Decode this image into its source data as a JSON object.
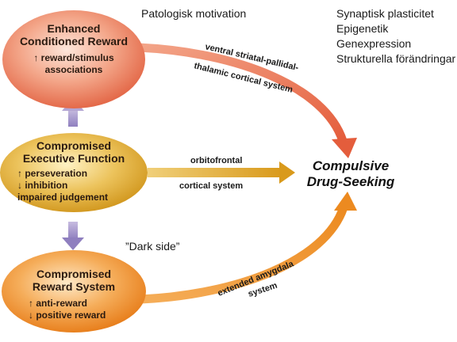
{
  "nodes": {
    "top": {
      "title_lines": [
        "Enhanced",
        "Conditioned Reward"
      ],
      "lines": [
        "↑ reward/stimulus",
        "associations"
      ]
    },
    "middle": {
      "title_lines": [
        "Compromised",
        "Executive Function"
      ],
      "lines": [
        "↑ perseveration",
        "↓ inhibition",
        "impaired judgement"
      ]
    },
    "bottom": {
      "title_lines": [
        "Compromised",
        "Reward System"
      ],
      "lines": [
        "↑ anti-reward",
        "↓ positive reward"
      ]
    }
  },
  "outcome": {
    "lines": [
      "Compulsive",
      "Drug-Seeking"
    ]
  },
  "pathways": {
    "top_line1": "ventral striatal-pallidal-",
    "top_line2": "thalamic cortical system",
    "middle_line1": "orbitofrontal",
    "middle_line2": "cortical system",
    "bottom_line1": "extended amygdala",
    "bottom_line2": "system"
  },
  "notes": {
    "pathologic": "Patologisk motivation",
    "dark_side": "”Dark side”",
    "right_list": [
      "Synaptisk plasticitet",
      "Epigenetik",
      "Genexpression",
      "Strukturella förändringar"
    ]
  },
  "colors": {
    "top_node": "#ee8466",
    "middle_node": "#e2b040",
    "bottom_node": "#f09a3e",
    "connector_arrows": "#a593c8"
  }
}
